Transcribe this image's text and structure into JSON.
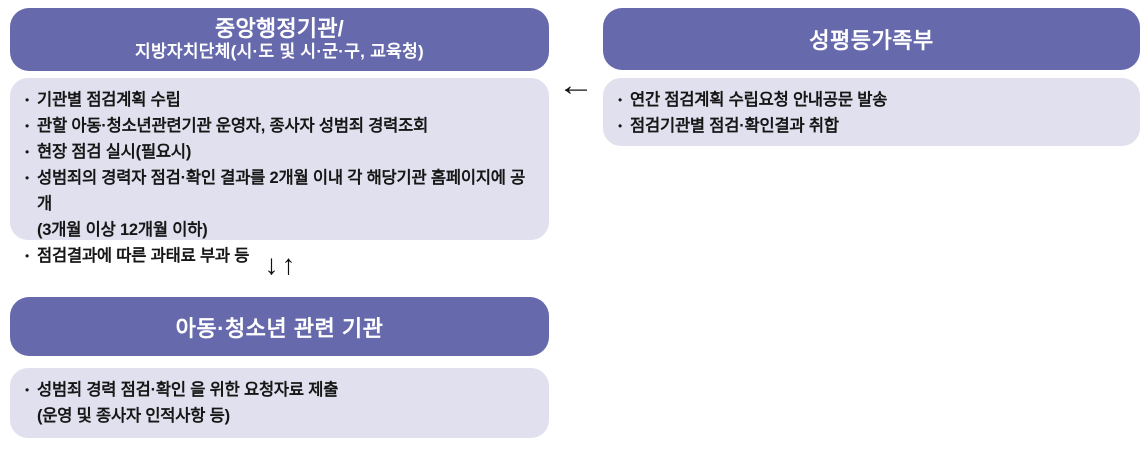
{
  "bullet": "•",
  "colors": {
    "header_bg": "#6769ad",
    "body_bg": "#e0e0ee",
    "header_text": "#ffffff",
    "body_text": "#161616",
    "arrow": "#111111"
  },
  "arrows": {
    "left": "←",
    "down": "↓",
    "up": "↑"
  },
  "left_box": {
    "title_line1": "중앙행정기관/",
    "title_line2": "지방자치단체(시·도 및 시·군·구, 교육청)",
    "items": [
      {
        "text": "기관별 점검계획 수립"
      },
      {
        "text": "관할 아동·청소년관련기관 운영자, 종사자 성범죄 경력조회"
      },
      {
        "text": "현장 점검 실시(필요시)"
      },
      {
        "text": "성범죄의 경력자 점검·확인 결과를 2개월 이내 각 해당기관 홈페이지에 공개",
        "sub": "(3개월 이상 12개월 이하)"
      },
      {
        "text": "점검결과에 따른 과태료 부과 등"
      }
    ]
  },
  "right_box": {
    "title": "성평등가족부",
    "items": [
      {
        "text": "연간 점검계획 수립요청 안내공문 발송"
      },
      {
        "text": "점검기관별 점검·확인결과 취합"
      }
    ]
  },
  "bottom_box": {
    "title": "아동·청소년 관련 기관",
    "items": [
      {
        "text": "성범죄 경력 점검·확인 을 위한 요청자료 제출",
        "sub": "(운영 및 종사자 인적사항 등)"
      }
    ]
  }
}
